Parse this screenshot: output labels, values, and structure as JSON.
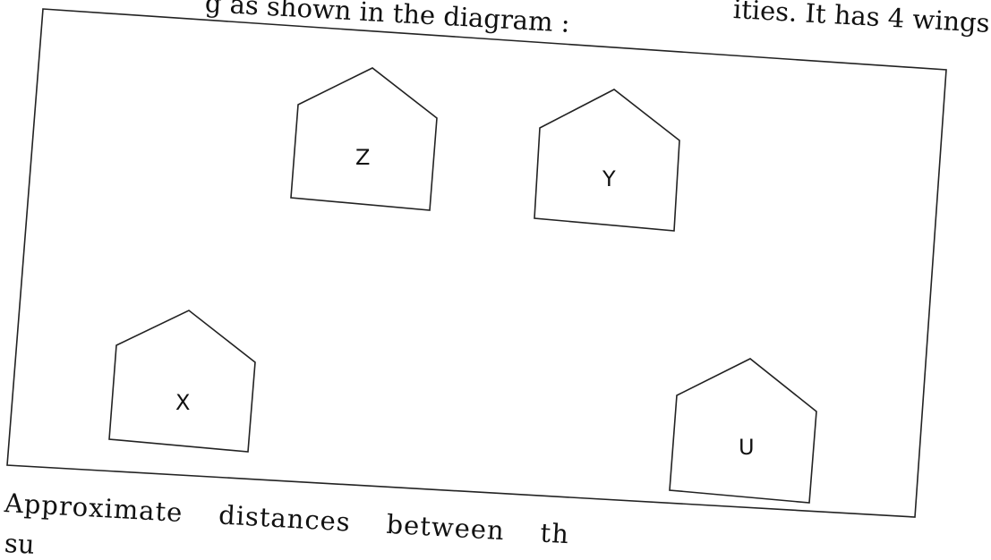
{
  "header": {
    "text_left": "g as shown in the diagram :",
    "text_right": "ities. It has 4 wings"
  },
  "diagram": {
    "wings": [
      {
        "label": "Z"
      },
      {
        "label": "Y"
      },
      {
        "label": "X"
      },
      {
        "label": "U"
      }
    ]
  },
  "footer": {
    "line1_word1": "Approximate",
    "line1_word2": "distances",
    "line1_word3": "between",
    "line1_word4": "th",
    "line2": "su"
  }
}
